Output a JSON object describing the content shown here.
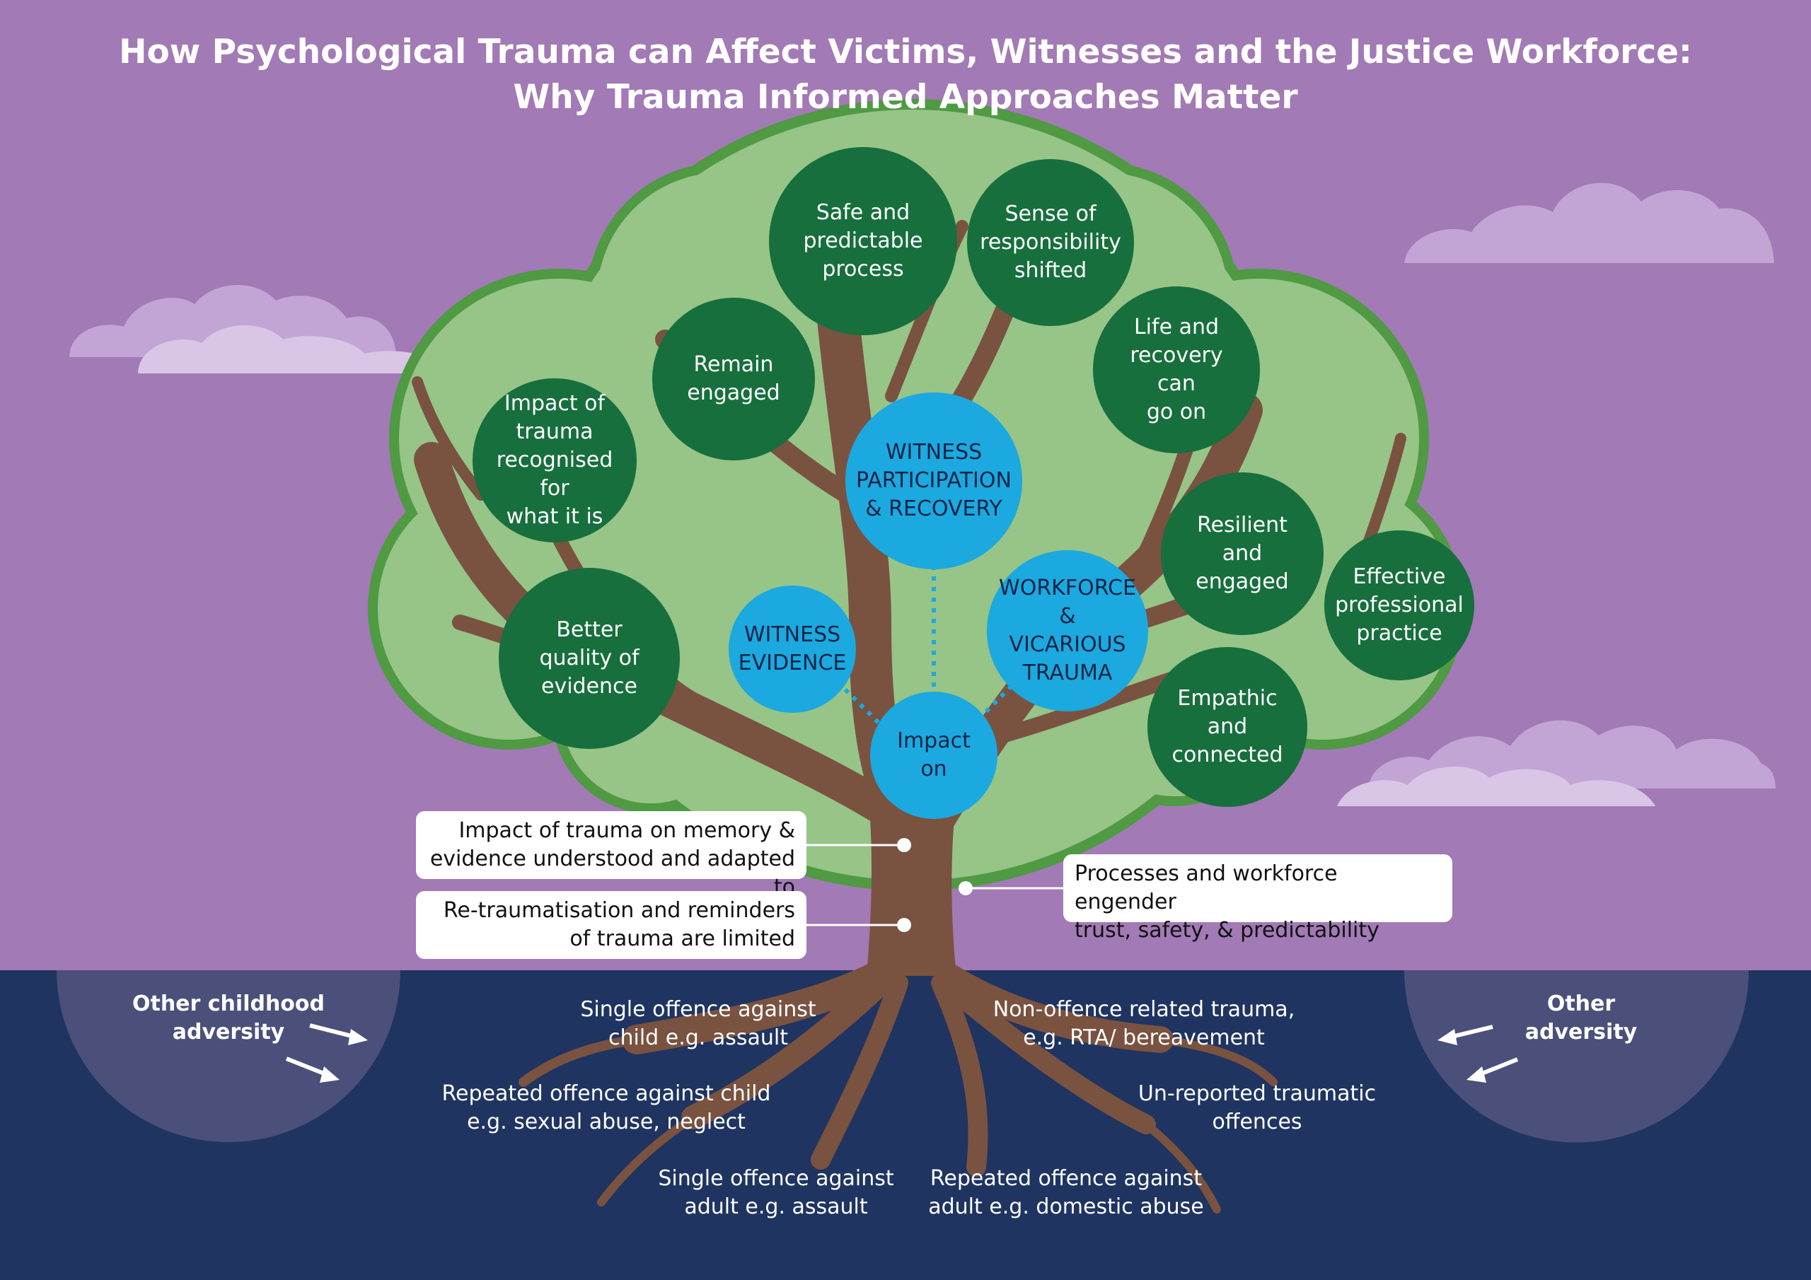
{
  "title": {
    "line1": "How Psychological Trauma can Affect Victims, Witnesses and the Justice Workforce:",
    "line2": "Why Trauma Informed Approaches Matter"
  },
  "colors": {
    "sky": "#a27ab5",
    "ground": "#1f3461",
    "canopy": "#97c487",
    "canopy_outline": "#4f9a43",
    "branch": "#7a5240",
    "dark_green_circle": "#176f3d",
    "blue_circle": "#1ba9df"
  },
  "circles": {
    "safe_predictable": "Safe and\npredictable\nprocess",
    "sense_responsibility": "Sense of\nresponsibility\nshifted",
    "remain_engaged": "Remain\nengaged",
    "life_recovery": "Life and\nrecovery can\ngo on",
    "impact_recognised": "Impact of\ntrauma\nrecognised for\nwhat it is",
    "resilient_engaged": "Resilient\nand\nengaged",
    "effective_practice": "Effective\nprofessional\npractice",
    "better_quality": "Better\nquality of\nevidence",
    "empathic_connected": "Empathic\nand\nconnected"
  },
  "hubs": {
    "witness_participation": "WITNESS\nPARTICIPATION\n& RECOVERY",
    "witness_evidence": "WITNESS\nEVIDENCE",
    "workforce_vicarious": "WORKFORCE\n& VICARIOUS\nTRAUMA",
    "impact_on": "Impact on"
  },
  "callouts": {
    "memory_evidence": "Impact of trauma on memory &\nevidence understood and adapted to",
    "retraumatisation": "Re-traumatisation and reminders\nof trauma are limited",
    "processes_workforce": "Processes and workforce engender\ntrust, safety, & predictability"
  },
  "roots": {
    "single_child": "Single offence against\nchild e.g. assault",
    "repeated_child": "Repeated offence against child\ne.g. sexual abuse, neglect",
    "single_adult": "Single offence against\nadult e.g. assault",
    "repeated_adult": "Repeated offence against\nadult e.g. domestic abuse",
    "non_offence": "Non-offence related trauma,\ne.g. RTA/ bereavement",
    "unreported": "Un-reported traumatic\noffences"
  },
  "adversity": {
    "childhood": "Other childhood\nadversity",
    "other": "Other\nadversity"
  }
}
